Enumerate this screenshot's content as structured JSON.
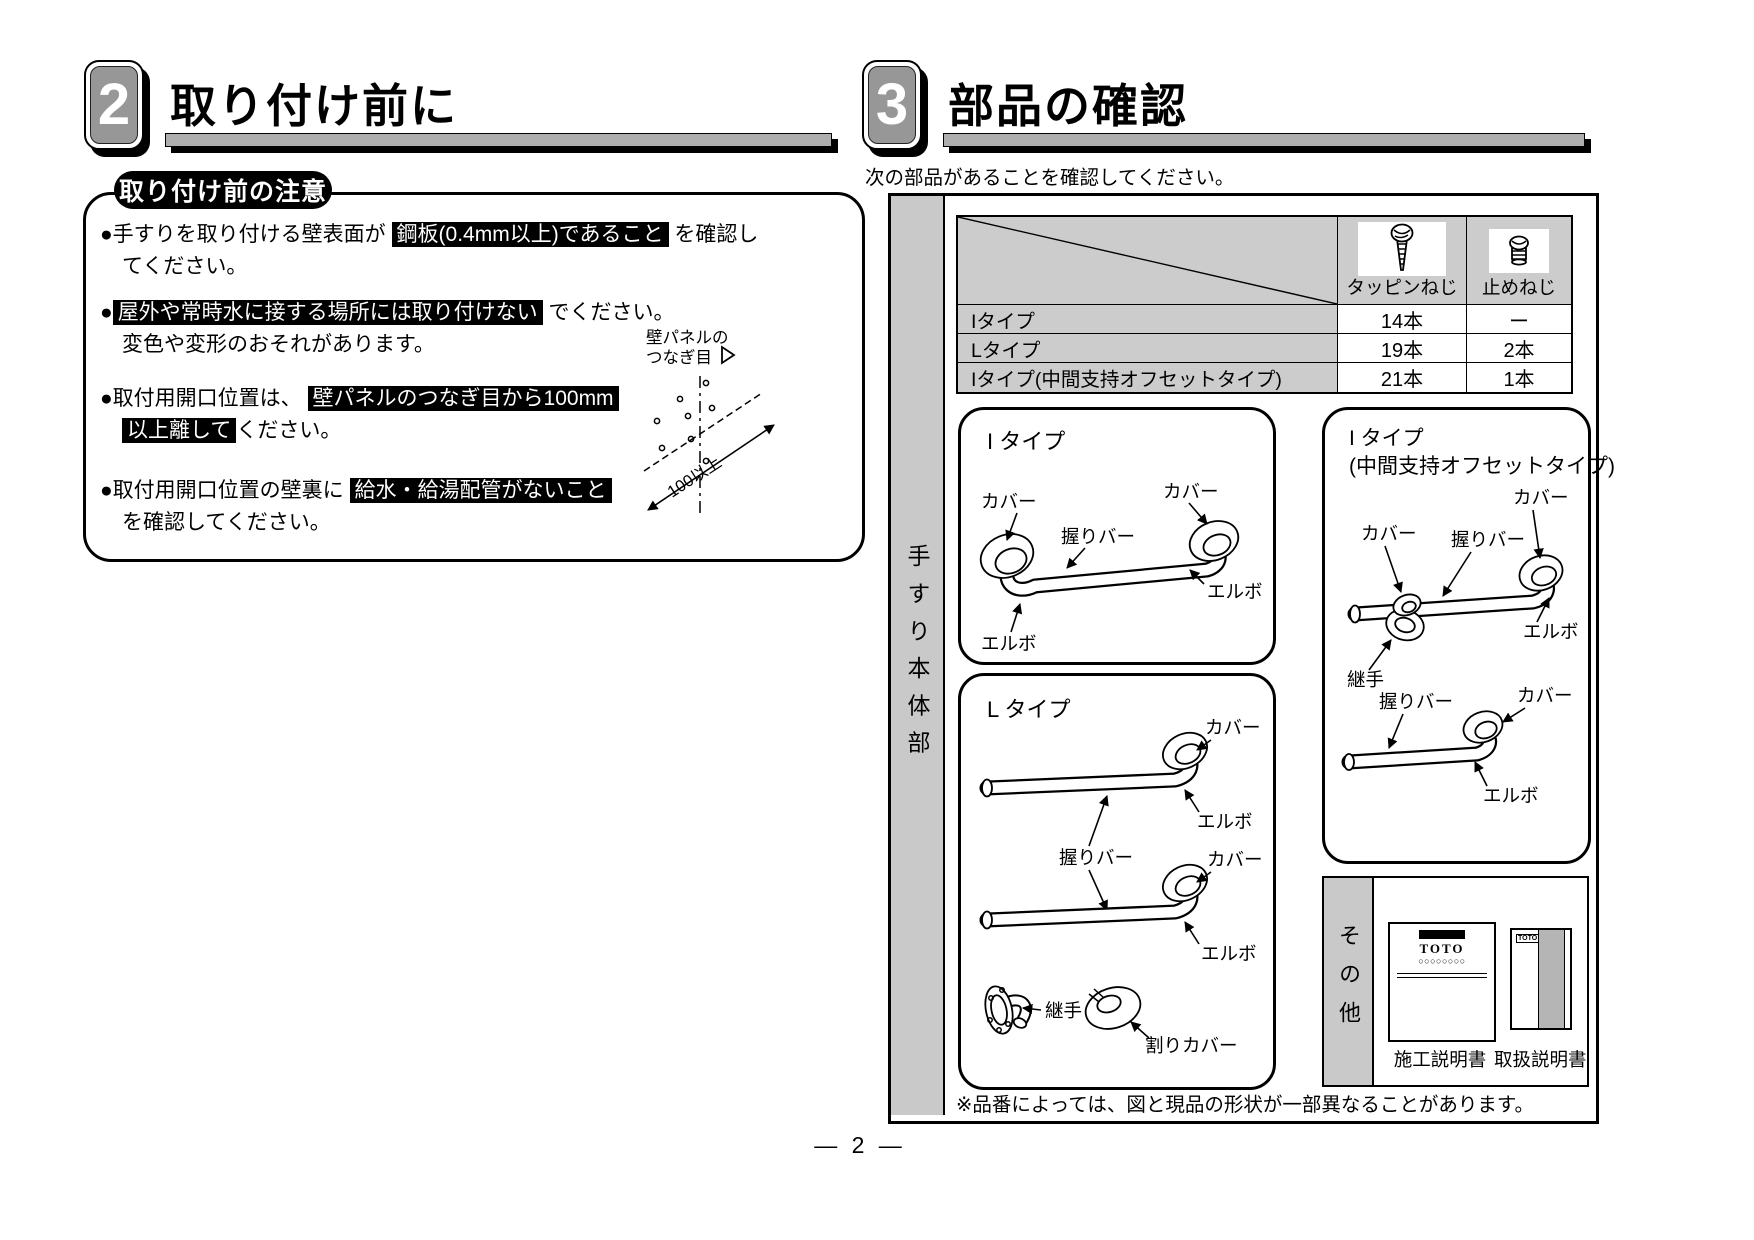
{
  "page": {
    "number": "— 2 —"
  },
  "parts": {
    "cover": "カバー",
    "grip_bar": "握りバー",
    "elbow": "エルボ",
    "joint": "継手",
    "split_cover": "割りカバー"
  },
  "section2": {
    "badge": "2",
    "title": "取り付け前に",
    "box_title": "取り付け前の注意",
    "b1_pre": "●手すりを取り付ける壁表面が ",
    "b1_hl": "鋼板(0.4mm以上)であること",
    "b1_post": " を確認し",
    "b1_line2": "てください。",
    "b2_pre": "●",
    "b2_hl": "屋外や常時水に接する場所には取り付けない",
    "b2_post": " でください。",
    "b2_line2": "変色や変形のおそれがあります。",
    "b3_pre": "●取付用開口位置は、 ",
    "b3_hl1": "壁パネルのつなぎ目から100mm",
    "b3_hl2": "以上離して",
    "b3_post": "ください。",
    "b4_pre": "●取付用開口位置の壁裏に ",
    "b4_hl": "給水・給湯配管がないこと",
    "b4_line2": "を確認してください。",
    "diagram": {
      "label1": "壁パネルの",
      "label2": "つなぎ目",
      "dim": "100以上"
    }
  },
  "section3": {
    "badge": "3",
    "title": "部品の確認",
    "lead": "次の部品があることを確認してください。",
    "side_label": "手すり本体部",
    "table": {
      "col_tapping": "タッピンねじ",
      "col_set": "止めねじ",
      "rows": [
        {
          "label": "Iタイプ",
          "tapping": "14本",
          "set": "ー"
        },
        {
          "label": "Lタイプ",
          "tapping": "19本",
          "set": "2本"
        },
        {
          "label": "Iタイプ(中間支持オフセットタイプ)",
          "tapping": "21本",
          "set": "1本"
        }
      ]
    },
    "i_type_title": "I タイプ",
    "l_type_title": "L タイプ",
    "offset_title1": "I タイプ",
    "offset_title2": "(中間支持オフセットタイプ)",
    "others": {
      "side_label": "その他",
      "doc1_logo": "TOTO",
      "doc1_circles": "○○○○○○○○",
      "doc1_label": "施工説明書",
      "doc2_logo": "TOTO",
      "doc2_label": "取扱説明書"
    },
    "note": "※品番によっては、図と現品の形状が一部異なることがあります。"
  }
}
